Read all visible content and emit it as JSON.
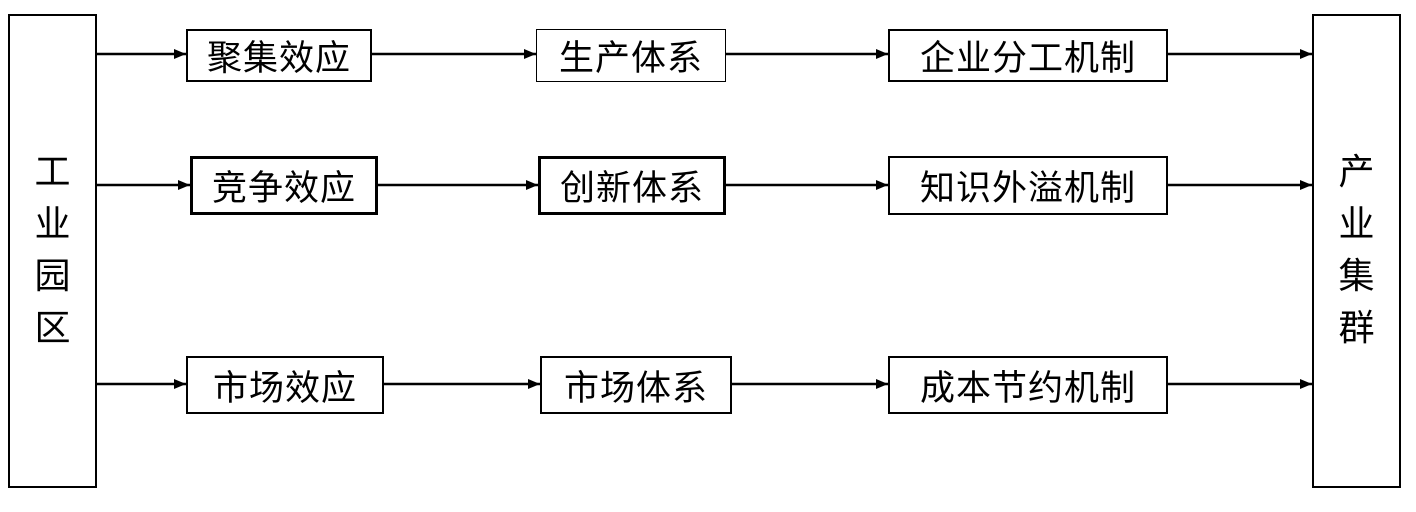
{
  "left_box": {
    "label": "工业园区"
  },
  "right_box": {
    "label": "产业集群"
  },
  "rows": [
    {
      "effect": "聚集效应",
      "system": "生产体系",
      "mechanism": "企业分工机制"
    },
    {
      "effect": "竞争效应",
      "system": "创新体系",
      "mechanism": "知识外溢机制"
    },
    {
      "effect": "市场效应",
      "system": "市场体系",
      "mechanism": "成本节约机制"
    }
  ]
}
